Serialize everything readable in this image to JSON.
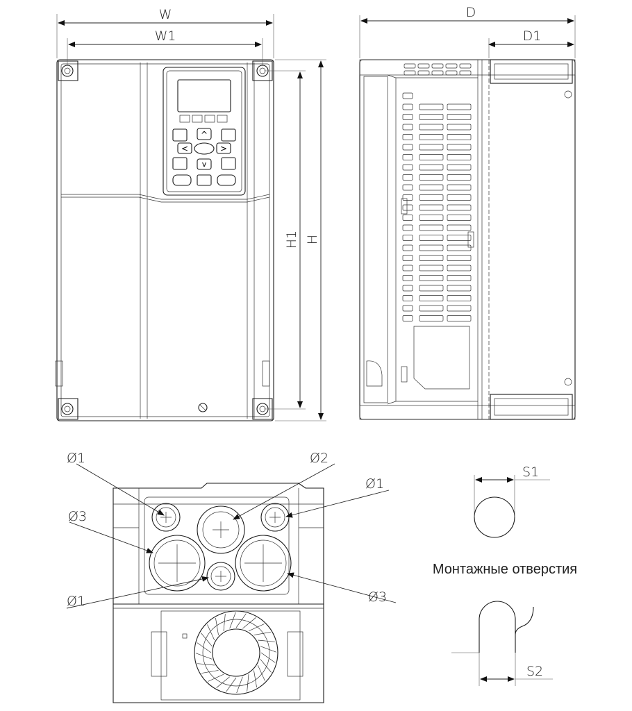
{
  "labels": {
    "width": "W",
    "width_mount": "W1",
    "depth": "D",
    "depth_1": "D1",
    "height": "H",
    "height_mount": "H1",
    "hole_small_top_left": "Ø1",
    "hole_medium": "Ø2",
    "hole_small_top_right": "Ø1",
    "hole_large_left": "Ø3",
    "hole_small_bottom": "Ø1",
    "hole_large_right": "Ø3",
    "slot_1": "S1",
    "slot_2": "S2"
  },
  "caption": "Монтажные отверстия"
}
